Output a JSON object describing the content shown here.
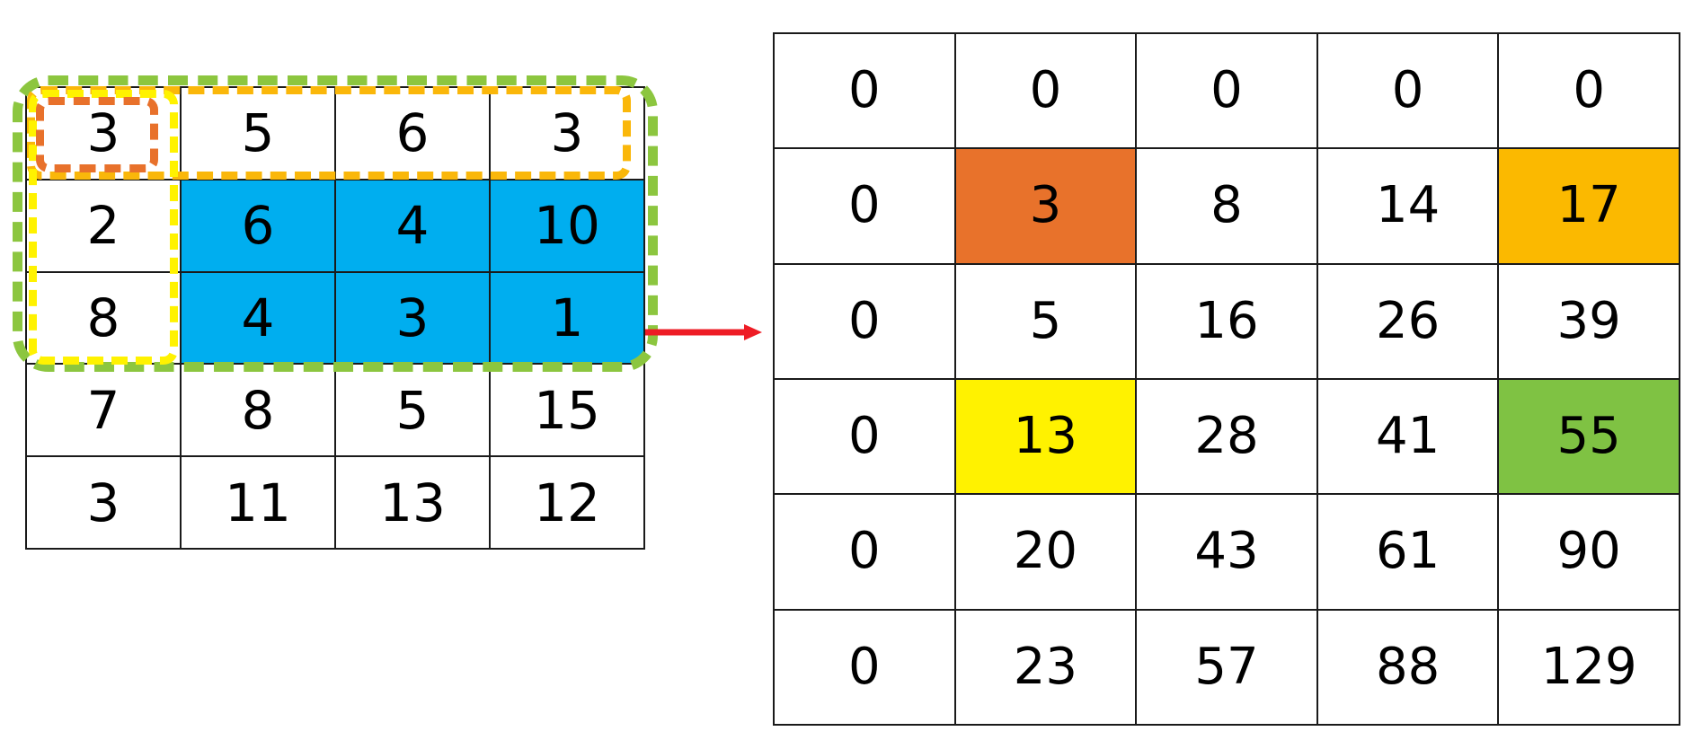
{
  "figure": {
    "title": "",
    "colors": {
      "blue_submatrix": "#00AEEF",
      "green_dash": "#8CC63F",
      "amber_dash": "#FAB70A",
      "yellow_dash": "#FFF200",
      "orange_dash": "#E8712B",
      "arrow": "#EE1C25",
      "cell_orange": "#E8722B",
      "cell_amber": "#FBB900",
      "cell_yellow": "#FFF200",
      "cell_green": "#7FC243",
      "grid_line": "#1a1a1a",
      "text": "#000000"
    }
  },
  "left_table": {
    "name": "source-matrix",
    "rows": 5,
    "cols": 4,
    "cells": [
      [
        {
          "value": "3",
          "fill": "none"
        },
        {
          "value": "5",
          "fill": "none"
        },
        {
          "value": "6",
          "fill": "none"
        },
        {
          "value": "3",
          "fill": "none"
        }
      ],
      [
        {
          "value": "2",
          "fill": "none"
        },
        {
          "value": "6",
          "fill": "blue"
        },
        {
          "value": "4",
          "fill": "blue"
        },
        {
          "value": "10",
          "fill": "blue"
        }
      ],
      [
        {
          "value": "8",
          "fill": "none"
        },
        {
          "value": "4",
          "fill": "blue"
        },
        {
          "value": "3",
          "fill": "blue"
        },
        {
          "value": "1",
          "fill": "blue"
        }
      ],
      [
        {
          "value": "7",
          "fill": "none"
        },
        {
          "value": "8",
          "fill": "none"
        },
        {
          "value": "5",
          "fill": "none"
        },
        {
          "value": "15",
          "fill": "none"
        }
      ],
      [
        {
          "value": "3",
          "fill": "none"
        },
        {
          "value": "11",
          "fill": "none"
        },
        {
          "value": "13",
          "fill": "none"
        },
        {
          "value": "12",
          "fill": "none"
        }
      ]
    ],
    "annotations": [
      {
        "name": "orange-cell-outline",
        "color": "#E8712B",
        "style": "dashed",
        "covers": "row 1, col 1"
      },
      {
        "name": "yellow-column-outline",
        "color": "#FFF200",
        "style": "dashed",
        "covers": "rows 1-3, col 1"
      },
      {
        "name": "amber-row-outline",
        "color": "#FAB70A",
        "style": "dashed",
        "covers": "row 1, cols 1-4"
      },
      {
        "name": "green-block-outline",
        "color": "#8CC63F",
        "style": "dashed",
        "covers": "rows 1-3, cols 1-4"
      }
    ]
  },
  "right_table": {
    "name": "prefix-sum-matrix",
    "rows": 6,
    "cols": 5,
    "cells": [
      [
        {
          "value": "0",
          "fill": "none"
        },
        {
          "value": "0",
          "fill": "none"
        },
        {
          "value": "0",
          "fill": "none"
        },
        {
          "value": "0",
          "fill": "none"
        },
        {
          "value": "0",
          "fill": "none"
        }
      ],
      [
        {
          "value": "0",
          "fill": "none"
        },
        {
          "value": "3",
          "fill": "orange"
        },
        {
          "value": "8",
          "fill": "none"
        },
        {
          "value": "14",
          "fill": "none"
        },
        {
          "value": "17",
          "fill": "amber"
        }
      ],
      [
        {
          "value": "0",
          "fill": "none"
        },
        {
          "value": "5",
          "fill": "none"
        },
        {
          "value": "16",
          "fill": "none"
        },
        {
          "value": "26",
          "fill": "none"
        },
        {
          "value": "39",
          "fill": "none"
        }
      ],
      [
        {
          "value": "0",
          "fill": "none"
        },
        {
          "value": "13",
          "fill": "yellow"
        },
        {
          "value": "28",
          "fill": "none"
        },
        {
          "value": "41",
          "fill": "none"
        },
        {
          "value": "55",
          "fill": "green"
        }
      ],
      [
        {
          "value": "0",
          "fill": "none"
        },
        {
          "value": "20",
          "fill": "none"
        },
        {
          "value": "43",
          "fill": "none"
        },
        {
          "value": "61",
          "fill": "none"
        },
        {
          "value": "90",
          "fill": "none"
        }
      ],
      [
        {
          "value": "0",
          "fill": "none"
        },
        {
          "value": "23",
          "fill": "none"
        },
        {
          "value": "57",
          "fill": "none"
        },
        {
          "value": "88",
          "fill": "none"
        },
        {
          "value": "129",
          "fill": "none"
        }
      ]
    ]
  },
  "arrow": {
    "name": "transform-arrow",
    "color": "#EE1C25",
    "direction": "right",
    "label": ""
  },
  "chart_data": {
    "type": "table",
    "title": "",
    "panels": [
      {
        "name": "source-matrix",
        "values": [
          [
            3,
            5,
            6,
            3
          ],
          [
            2,
            6,
            4,
            10
          ],
          [
            8,
            4,
            3,
            1
          ],
          [
            7,
            8,
            5,
            15
          ],
          [
            3,
            11,
            13,
            12
          ]
        ],
        "highlighted": {
          "blue": [
            [
              1,
              1
            ],
            [
              1,
              2
            ],
            [
              1,
              3
            ],
            [
              2,
              1
            ],
            [
              2,
              2
            ],
            [
              2,
              3
            ]
          ]
        }
      },
      {
        "name": "prefix-sum-matrix",
        "values": [
          [
            0,
            0,
            0,
            0,
            0
          ],
          [
            0,
            3,
            8,
            14,
            17
          ],
          [
            0,
            5,
            16,
            26,
            39
          ],
          [
            0,
            13,
            28,
            41,
            55
          ],
          [
            0,
            20,
            43,
            61,
            90
          ],
          [
            0,
            23,
            57,
            88,
            129
          ]
        ],
        "highlighted": {
          "orange": [
            [
              1,
              1
            ]
          ],
          "amber": [
            [
              1,
              4
            ]
          ],
          "yellow": [
            [
              3,
              1
            ]
          ],
          "green": [
            [
              3,
              4
            ]
          ]
        }
      }
    ]
  }
}
